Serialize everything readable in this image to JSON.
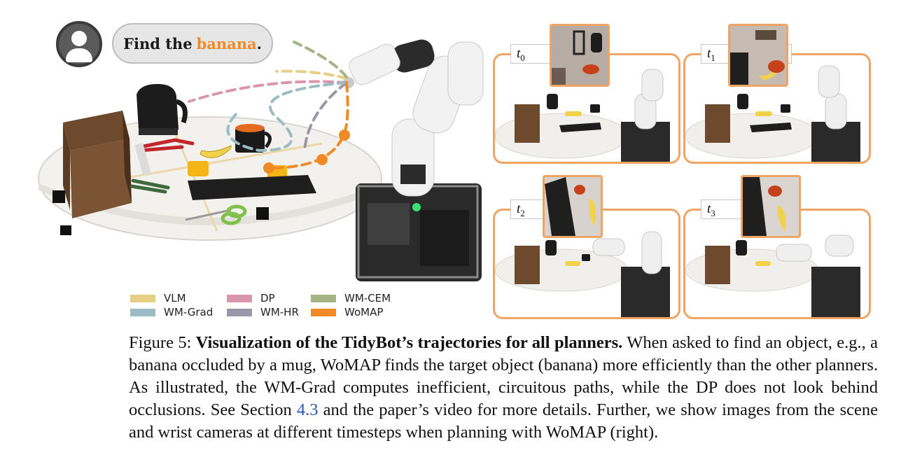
{
  "speech": {
    "prefix": "Find the",
    "target": "banana",
    "suffix": "."
  },
  "legend": [
    {
      "label": "VLM",
      "color": "#e6cf84"
    },
    {
      "label": "DP",
      "color": "#d996ad"
    },
    {
      "label": "WM-CEM",
      "color": "#a4b485"
    },
    {
      "label": "WM-Grad",
      "color": "#9bbcc3"
    },
    {
      "label": "WM-HR",
      "color": "#9b97a7"
    },
    {
      "label": "WoMAP",
      "color": "#f08a24"
    }
  ],
  "panels": [
    {
      "time_label": "t",
      "time_sub": "0"
    },
    {
      "time_label": "t",
      "time_sub": "1"
    },
    {
      "time_label": "t",
      "time_sub": "2"
    },
    {
      "time_label": "t",
      "time_sub": "3"
    }
  ],
  "caption": {
    "figure_label": "Figure 5:",
    "title": "Visualization of the TidyBot’s trajectories for all planners.",
    "text_before_ref": "When asked to find an object, e.g., a banana occluded by a mug, WoMAP finds the target object (banana) more efficiently than the other planners. As illustrated, the WM-Grad computes inefficient, circuitous paths, while the DP does not look behind occlusions. See Section",
    "ref": "4.3",
    "text_after_ref": "and the paper’s video for more details. Further, we show images from the scene and wrist cameras at different timesteps when planning with WoMAP (right)."
  }
}
